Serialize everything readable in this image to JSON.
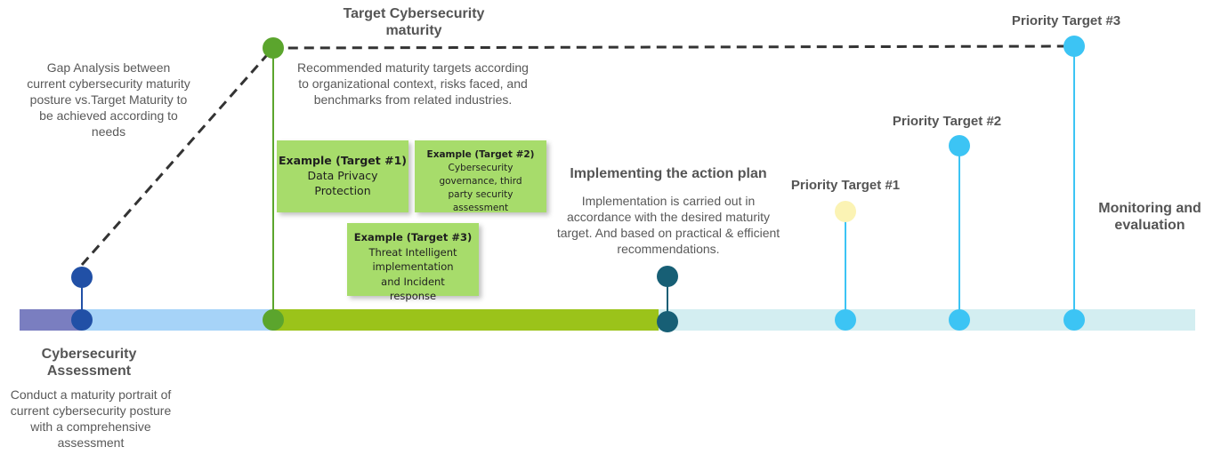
{
  "timeline": {
    "gap_analysis": "Gap Analysis between current cybersecurity maturity posture vs.Target Maturity to be achieved according to needs",
    "target_title": "Target Cybersecurity maturity",
    "target_desc": "Recommended maturity targets according to organizational context, risks faced, and benchmarks from related industries.",
    "assessment_title": "Cybersecurity Assessment",
    "assessment_desc": "Conduct a maturity portrait of current cybersecurity posture with a comprehensive assessment",
    "action_title": "Implementing the action plan",
    "action_desc": "Implementation is carried out in accordance with the desired maturity target. And based on practical & efficient recommendations.",
    "priority_1": "Priority Target #1",
    "priority_2": "Priority Target #2",
    "priority_3": "Priority Target #3",
    "monitoring": "Monitoring and evaluation"
  },
  "examples": [
    {
      "title": "Example (Target #1)",
      "desc": "Data Privacy Protection"
    },
    {
      "title": "Example (Target #2)",
      "desc": "Cybersecurity governance, third party security assessment"
    },
    {
      "title": "Example (Target #3)",
      "desc": "Threat Intelligent implementation and Incident response"
    }
  ],
  "colors": {
    "assessment_bar": "#7a7ec0",
    "current_bar": "#a6d3f8",
    "implementation_bar": "#9bc31a",
    "remaining_bar": "#d3eef1",
    "assessment_node": "#2150a6",
    "target_node": "#5ba52d",
    "action_node": "#175f75",
    "priority_node": "#3cc4f4",
    "priority_1_node": "#fbf3b4",
    "example_box": "#a7dc6b",
    "dashed_line": "#333333"
  }
}
